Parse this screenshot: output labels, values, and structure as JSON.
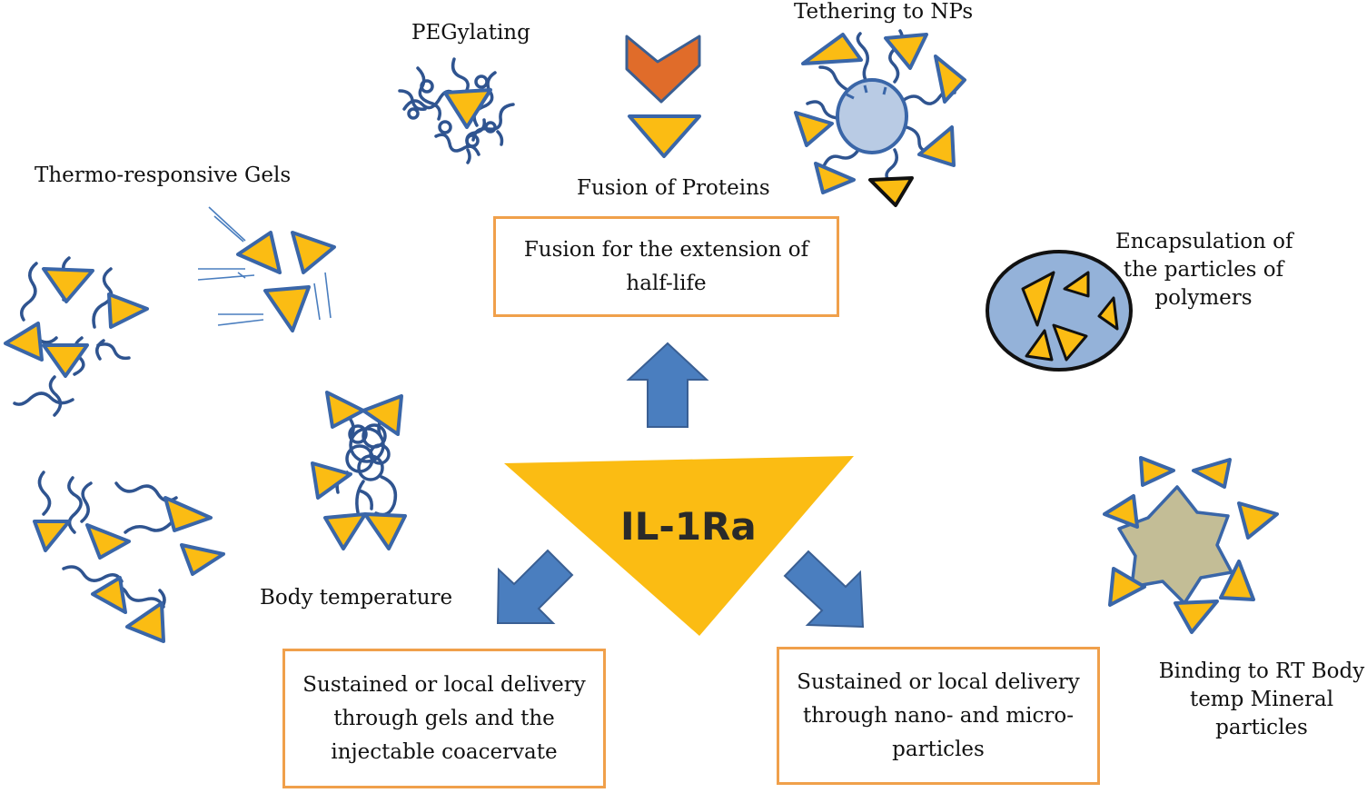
{
  "center": {
    "label": "IL-1Ra"
  },
  "boxes": {
    "top": {
      "line1": "Fusion for the extension of",
      "line2": "half-life"
    },
    "left": {
      "line1": "Sustained or local delivery",
      "line2": "through gels and the",
      "line3": "injectable coacervate"
    },
    "right": {
      "line1": "Sustained or local delivery",
      "line2": "through nano- and micro-",
      "line3": "particles"
    }
  },
  "labels": {
    "pegylating": "PEGylating",
    "fusion_proteins": "Fusion of Proteins",
    "tethering": "Tethering to NPs",
    "thermo_gels": "Thermo-responsive Gels",
    "encapsulation": [
      "Encapsulation of",
      "the particles of",
      "polymers"
    ],
    "body_temperature": "Body temperature",
    "binding": [
      "Binding to RT Body",
      "temp Mineral",
      "particles"
    ]
  },
  "colors": {
    "triangle_fill": "#fbbc13",
    "triangle_stroke": "#3a66a8",
    "arrow_fill": "#4a7ebf",
    "arrow_stroke": "#3a5f93",
    "box_border": "#f0a04b",
    "chain": "#2f5490",
    "fusion_chevron": "#e06c2a",
    "nanoparticle": "#b9cbe4",
    "polymer_particle": "#94b2d9",
    "mineral_star": "#c3bd96"
  }
}
